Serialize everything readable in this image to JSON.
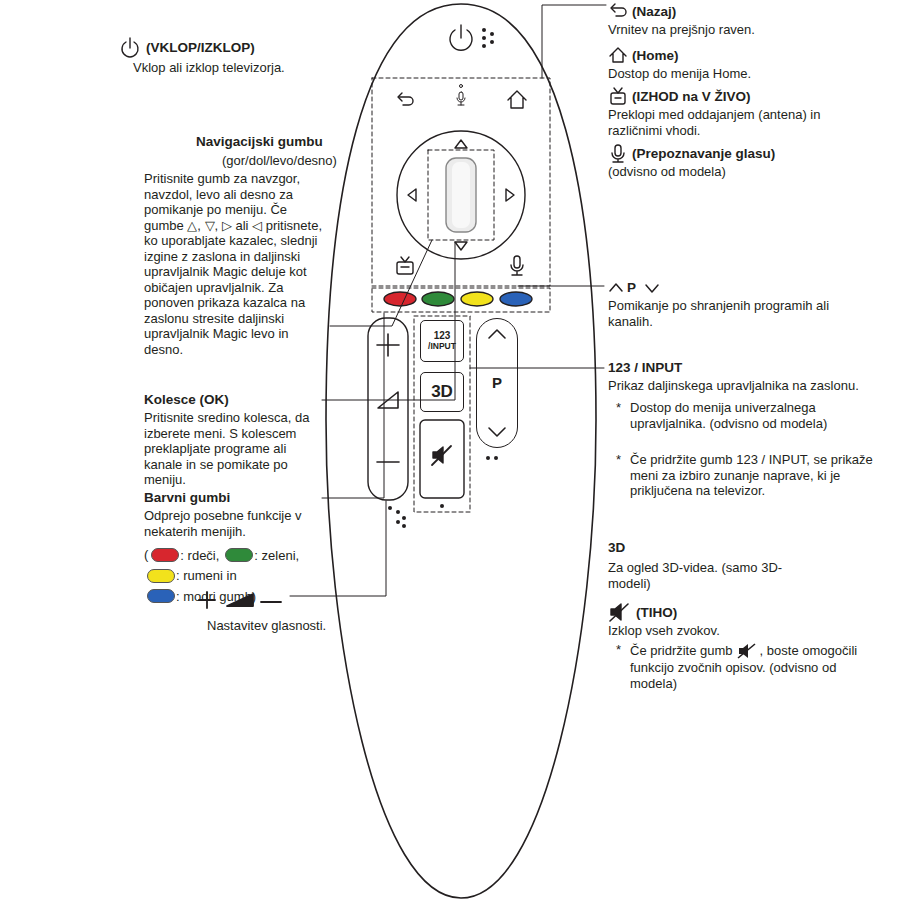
{
  "diagram": {
    "nodes": [
      {
        "text": [
          "123",
          "/INPUT"
        ]
      },
      {
        "text": [
          "3D"
        ]
      },
      {
        "text": [
          "P"
        ]
      }
    ],
    "labels": [
      "(VKLOP/IZKLOP)",
      "Vklop ali izklop televizorja.",
      "Navigacijski gumbu",
      "(gor/dol/levo/desno)",
      "Pritisnite gumb za navzgor, navzdol, levo ali desno za pomikanje po meniju. Če gumbe △, ▽, ▷ ali ◁ pritisnete, ko uporabljate kazalec, slednji izgine z zaslona in daljinski upravljalnik Magic deluje kot običajen upravljalnik. Za ponoven prikaza kazalca na zaslonu stresite daljinski upravljalnik Magic levo in desno.",
      "Kolesce (OK)",
      "Pritisnite sredino kolesca, da izberete meni. S kolescem preklapljate programe ali kanale in se pomikate po meniju.",
      "Barvni gumbi",
      "Odprejo posebne funkcije v nekaterih menijih.",
      "(",
      "Nastavitev glasnosti.",
      "(Nazaj)",
      "Vrnitev na prejšnjo raven.",
      "(Home)",
      "Dostop do menija Home.",
      "(IZHOD na V ŽIVO)",
      "Preklopi med oddajanjem (antena) in različnimi vhodi.",
      "(Prepoznavanje glasu)",
      "(odvisno od modela)",
      "P",
      "Pomikanje po shranjenih programih ali kanalih.",
      "123 / INPUT",
      "Prikaz daljinskega upravljalnika na zaslonu.",
      "*",
      "Dostop do menija univerzalnega upravljalnika. (odvisno od modela)",
      "*",
      "Če pridržite gumb 123 / INPUT, se prikaže meni za izbiro zunanje naprave, ki je priključena na televizor.",
      "3D",
      "Za ogled 3D-videa. (samo 3D-modeli)",
      "(TIHO)",
      "Izklop vseh zvokov.",
      "*",
      "Če pridržite gumb",
      ", boste omogočili funkcijo zvočnih opisov. (odvisno od modela)"
    ],
    "legend": [
      {
        "text": ": rdeči,",
        "color": "#d7262e"
      },
      {
        "text": ": zeleni,",
        "color": "#2f8a3a"
      },
      {
        "text": ": rumeni in",
        "color": "#f2e21c"
      },
      {
        "text": ": modri gumb)",
        "color": "#2a62b8"
      }
    ]
  }
}
